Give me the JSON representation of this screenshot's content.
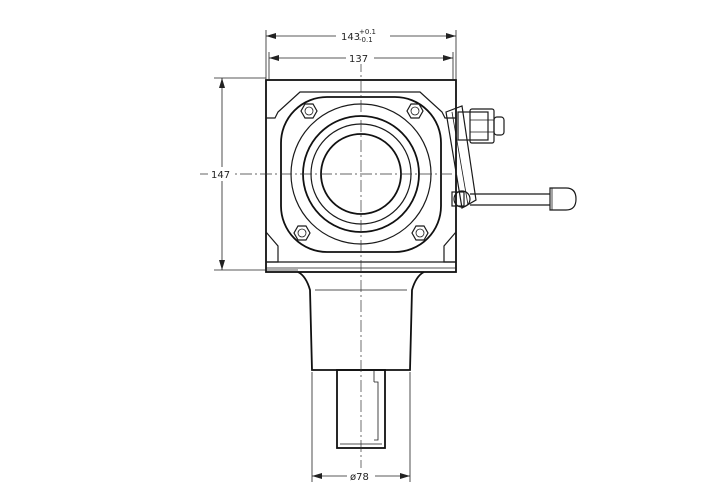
{
  "dimensions": {
    "top_width": "143",
    "top_tol_upper": "+0.1",
    "top_tol_lower": "-0.1",
    "inner_width": "137",
    "height": "147",
    "shaft_diameter": "ø78"
  }
}
